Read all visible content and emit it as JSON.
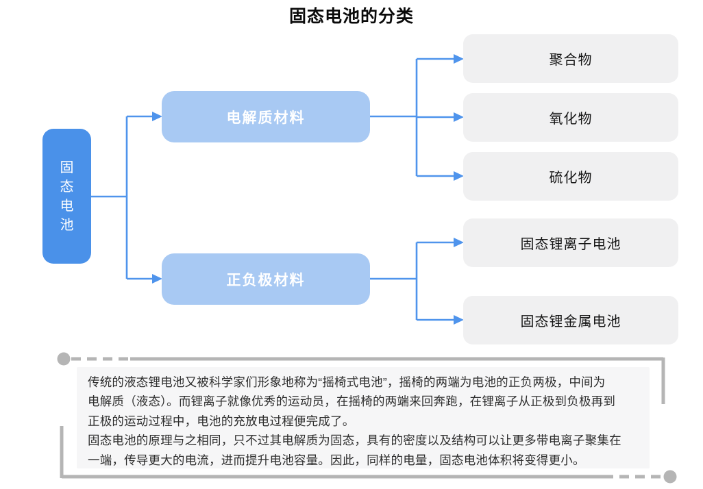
{
  "title": "固态电池的分类",
  "diagram": {
    "root_label": "固态电池",
    "branches": [
      {
        "label": "电解质材料",
        "children": [
          "聚合物",
          "氧化物",
          "硫化物"
        ]
      },
      {
        "label": "正负极材料",
        "children": [
          "固态锂离子电池",
          "固态锂金属电池"
        ]
      }
    ]
  },
  "note": {
    "lines": [
      "传统的液态锂电池又被科学家们形象地称为“摇椅式电池”，摇椅的两端为电池的正负两极，中间为",
      "电解质（液态）。而锂离子就像优秀的运动员，在摇椅的两端来回奔跑，在锂离子从正极到负极再到",
      "正极的运动过程中，电池的充放电过程便完成了。",
      "固态电池的原理与之相同，只不过其电解质为固态，具有的密度以及结构可以让更多带电离子聚集在",
      "一端，传导更大的电流，进而提升电池容量。因此，同样的电量，固态电池体积将变得更小。"
    ]
  },
  "colors": {
    "root_blue": "#4a91e9",
    "branch_light_blue": "#a8c9f3",
    "connector_blue": "#4f94ec",
    "leaf_gray": "#f0f0f1",
    "frame_gray": "#b5b5b5",
    "note_bg": "#f6f6f7"
  }
}
